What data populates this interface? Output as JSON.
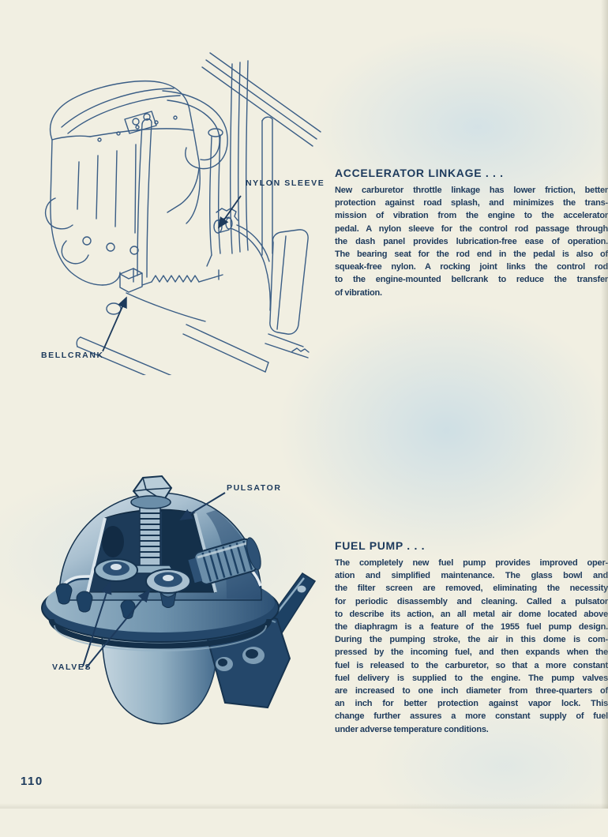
{
  "page": {
    "number": "110"
  },
  "palette": {
    "paper": "#f1efe2",
    "ink": "#1d3a5c",
    "line_art": "#3a5d85",
    "pump_dark": "#16334f",
    "pump_mid": "#6b8ea9",
    "pump_light": "#c3d4de",
    "ghost_blue": "#cbdde6"
  },
  "accelerator": {
    "heading": "ACCELERATOR LINKAGE .  .  .",
    "labels": {
      "nylon_sleeve": "NYLON SLEEVE",
      "bellcrank": "BELLCRANK"
    },
    "lines": [
      "New carburetor throttle linkage has lower friction, better",
      "protection against road splash, and minimizes the trans-",
      "mission of vibration from the engine to the accelerator",
      "pedal. A nylon sleeve for the control rod passage through",
      "the dash panel provides lubrication-free ease of operation.",
      "The bearing seat for the rod end in the pedal is also of",
      "squeak-free nylon. A rocking joint links the control rod",
      "to the engine-mounted bellcrank to reduce the transfer",
      "of vibration."
    ]
  },
  "fuel_pump": {
    "heading": "FUEL PUMP .  .  .",
    "labels": {
      "pulsator": "PULSATOR",
      "valves": "VALVES"
    },
    "lines": [
      "The completely new fuel pump provides improved oper-",
      "ation and simplified maintenance. The glass bowl and",
      "the filter screen are removed, eliminating the necessity",
      "for periodic disassembly and cleaning. Called a pulsator",
      "to describe its action, an all metal air dome located above",
      "the diaphragm is a feature of the 1955 fuel pump design.",
      "During the pumping stroke, the air in this dome is com-",
      "pressed by the incoming fuel, and then expands when the",
      "fuel is released to the carburetor, so that a more constant",
      "fuel delivery is supplied to the engine. The pump valves",
      "are increased to one inch diameter from three-quarters of",
      "an inch for better protection against vapor lock. This",
      "change further assures a more constant supply of fuel",
      "under adverse temperature conditions."
    ]
  }
}
